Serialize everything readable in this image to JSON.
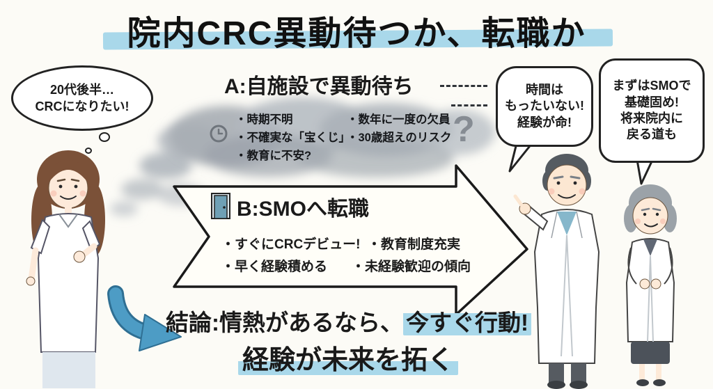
{
  "title": "院内CRC異動待つか、転職か",
  "thought_bubble": {
    "lines": [
      "20代後半…",
      "CRCになりたい!"
    ]
  },
  "option_a": {
    "heading": "A:自施設で異動待ち",
    "bullets_left": [
      "・時期不明",
      "・不確実な「宝くじ」",
      "・教育に不安?"
    ],
    "bullets_right": [
      "・数年に一度の欠員",
      "・30歳超えのリスク"
    ],
    "question_mark": "?"
  },
  "option_b": {
    "heading": "B:SMOへ転職",
    "bullets_row1": [
      "・すぐにCRCデビュー!",
      "・教育制度充実"
    ],
    "bullets_row2": [
      "・早く経験積める",
      "・未経験歓迎の傾向"
    ]
  },
  "doctor_bubble": {
    "lines": [
      "時間は",
      "もったいない!",
      "経験が命!"
    ]
  },
  "senior_bubble": {
    "lines": [
      "まずはSMOで",
      "基礎固め!",
      "将来院内に",
      "戻る道も"
    ]
  },
  "conclusion": {
    "prefix": "結論:情熱があるなら、",
    "highlight": "今すぐ行動!",
    "line2": "経験が未来を拓く"
  },
  "colors": {
    "highlight_blue": "#a9d8ea",
    "arrow_blue": "#4d9cc5",
    "smoke_gray": "#aab1b8",
    "ink": "#1a1a1a"
  }
}
